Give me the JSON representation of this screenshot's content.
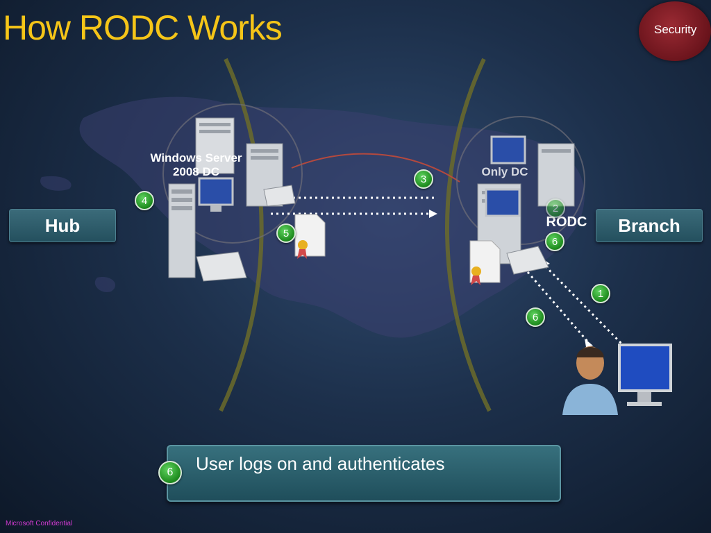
{
  "slide": {
    "title": "How RODC Works",
    "badge": "Security",
    "footer": "Microsoft Confidential"
  },
  "regions": {
    "hub": "Hub",
    "branch": "Branch"
  },
  "servers": {
    "hub_dc": "Windows Server 2008 DC",
    "branch_partial_left": "Only DC",
    "branch_rodc": "RODC"
  },
  "steps": {
    "s1": "1",
    "s2": "2",
    "s3": "3",
    "s4": "4",
    "s5": "5",
    "s6a": "6",
    "s6b": "6"
  },
  "caption": {
    "number": "6",
    "text": "User logs on and authenticates"
  },
  "colors": {
    "title": "#f5c518",
    "badge": "#7a1a22",
    "label_bg": "#2d5f6d",
    "step": "#2aa02a"
  }
}
